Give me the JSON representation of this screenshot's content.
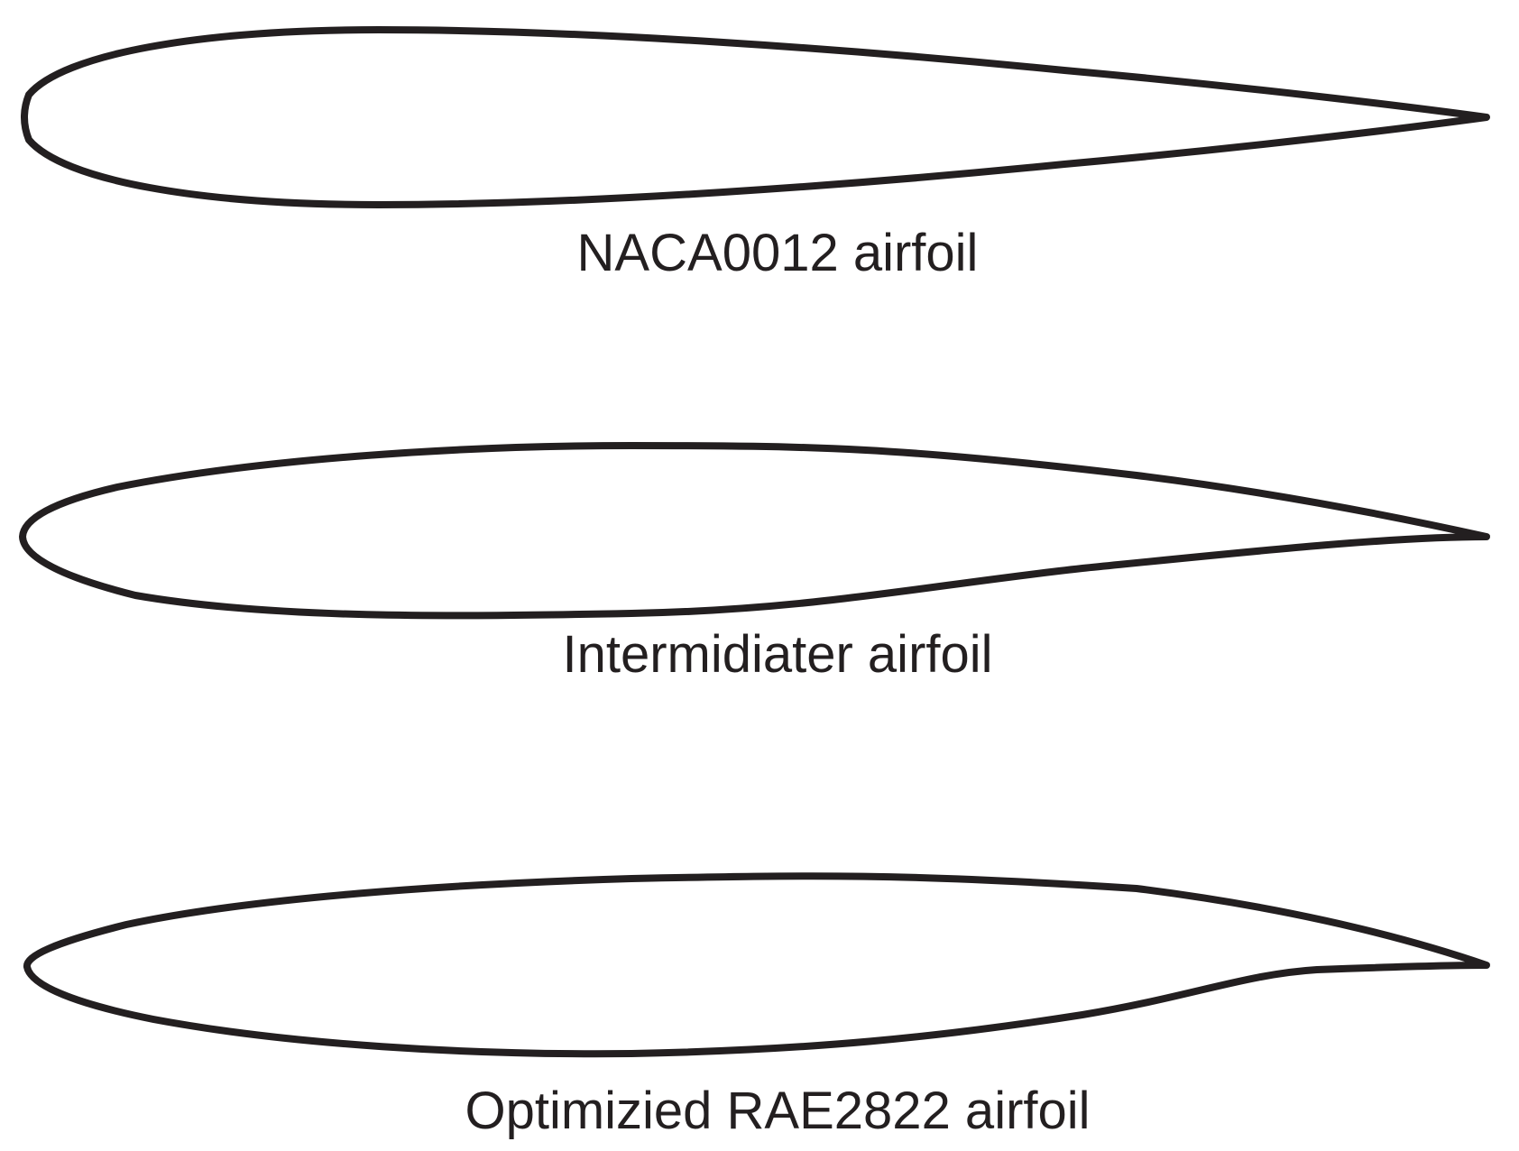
{
  "figure": {
    "stroke_color": "#231f20",
    "background_color": "#ffffff",
    "airfoils": [
      {
        "caption": "NACA0012 airfoil"
      },
      {
        "caption": "Intermidiater airfoil"
      },
      {
        "caption": "Optimizied RAE2822 airfoil"
      }
    ]
  }
}
